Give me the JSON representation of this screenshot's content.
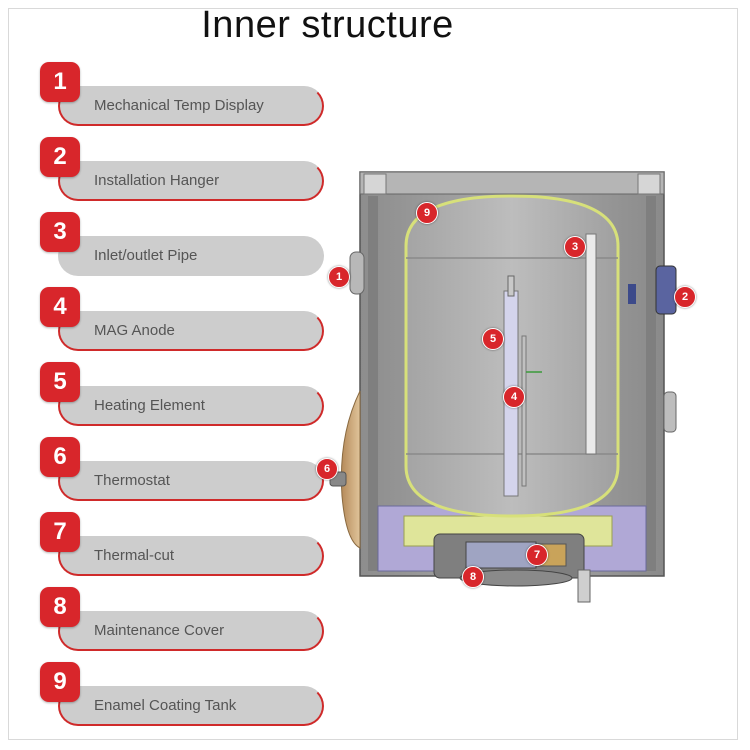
{
  "title": "Inner structure",
  "legend": [
    {
      "number": "1",
      "label": "Mechanical Temp Display"
    },
    {
      "number": "2",
      "label": "Installation Hanger"
    },
    {
      "number": "3",
      "label": "Inlet/outlet Pipe"
    },
    {
      "number": "4",
      "label": "MAG Anode"
    },
    {
      "number": "5",
      "label": "Heating Element"
    },
    {
      "number": "6",
      "label": "Thermostat"
    },
    {
      "number": "7",
      "label": "Thermal-cut"
    },
    {
      "number": "8",
      "label": "Maintenance Cover"
    },
    {
      "number": "9",
      "label": "Enamel Coating Tank"
    }
  ],
  "callouts": [
    "1",
    "2",
    "3",
    "4",
    "5",
    "6",
    "7",
    "8",
    "9"
  ],
  "colors": {
    "accent": "#d8262b",
    "pill": "#cdcdcd",
    "tank_body": "#9a9a9a",
    "tank_outline": "#d8e07a",
    "base": "#b8b0d8"
  }
}
